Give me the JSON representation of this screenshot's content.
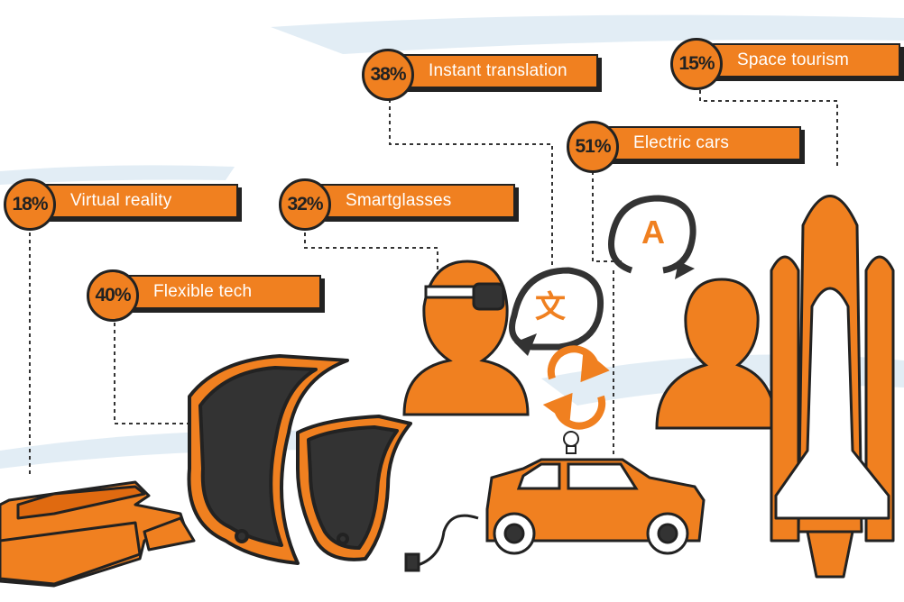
{
  "colors": {
    "accent": "#f08020",
    "ink": "#222222",
    "sky": "#cfe0ee"
  },
  "labels": [
    {
      "id": "vr",
      "percent": "18%",
      "text": "Virtual reality"
    },
    {
      "id": "flex",
      "percent": "40%",
      "text": "Flexible tech"
    },
    {
      "id": "sg",
      "percent": "32%",
      "text": "Smartglasses"
    },
    {
      "id": "tr",
      "percent": "38%",
      "text": "Instant translation"
    },
    {
      "id": "ev",
      "percent": "51%",
      "text": "Electric cars"
    },
    {
      "id": "sp",
      "percent": "15%",
      "text": "Space tourism"
    }
  ],
  "bubbles": {
    "left": "文",
    "right": "A"
  },
  "icons": [
    "vr-goggles-icon",
    "flexible-screen-icon",
    "person-smartglasses-icon",
    "translate-bubble-icon",
    "sync-arrows-icon",
    "person-icon",
    "lightbulb-icon",
    "electric-car-icon",
    "plug-icon",
    "space-shuttle-icon"
  ]
}
